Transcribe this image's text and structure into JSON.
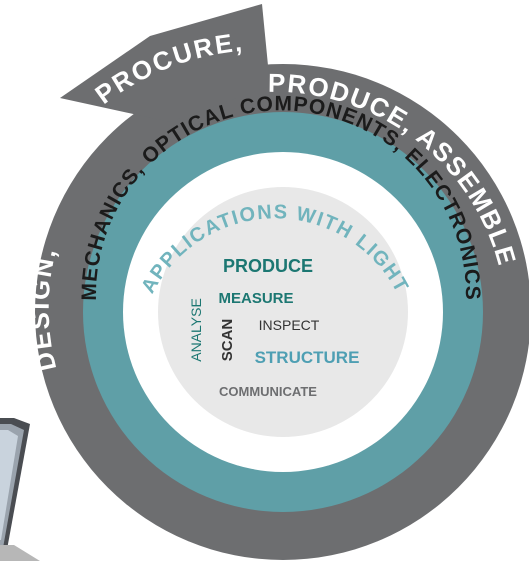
{
  "colors": {
    "outer_ring": "#6d6e70",
    "outer_ring_text": "#ffffff",
    "middle_ring": "#5f9fa7",
    "middle_ring_text": "#1b1b1b",
    "inner_ring": "#ffffff",
    "inner_ring_text": "#71b4bd",
    "core": "#e8e8e8",
    "teal_dark": "#1c7772",
    "teal_light": "#4e9fb3",
    "gray_text": "#6d6e70",
    "dark_text": "#333333"
  },
  "outer_ring": {
    "text_left": "DESIGN,",
    "text_tab": "PROCURE,",
    "text_right": "PRODUCE, ASSEMBLE"
  },
  "middle_ring": {
    "text": "MECHANICS, OPTICAL COMPONENTS, ELECTRONICS"
  },
  "inner_ring": {
    "text": "APPLICATIONS WITH LIGHT"
  },
  "core_words": {
    "produce": "PRODUCE",
    "measure": "MEASURE",
    "analyse": "ANALYSE",
    "scan": "SCAN",
    "inspect": "INSPECT",
    "structure": "STRUCTURE",
    "communicate": "COMMUNICATE"
  },
  "decoration": {
    "device_icon": "laptop-corner-icon"
  }
}
